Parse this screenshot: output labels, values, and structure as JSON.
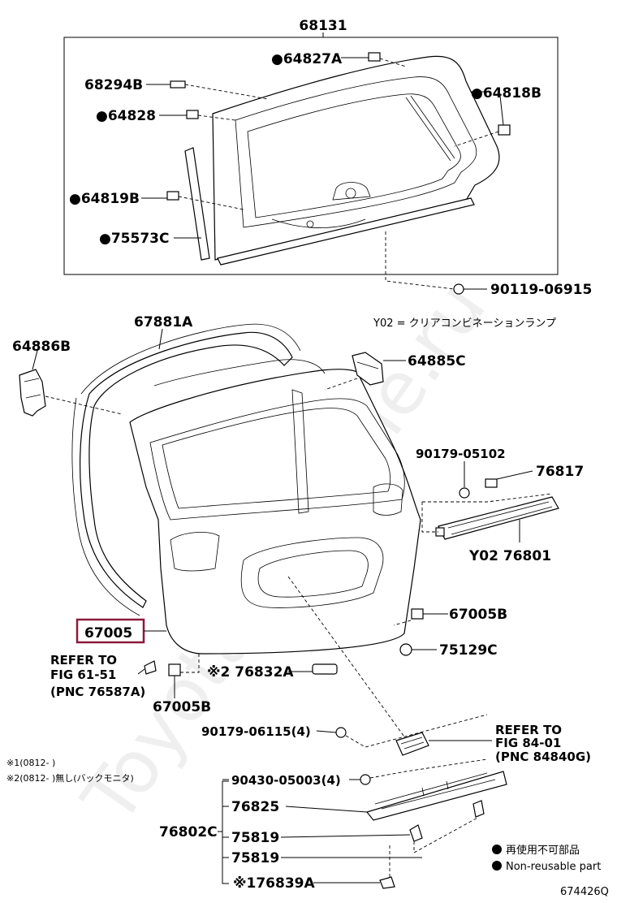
{
  "watermark": "ToyotaCarMine.ru",
  "top_section": {
    "header_code": "68131",
    "labels": {
      "c64827A": "●64827A",
      "c68294B": "68294B",
      "c64818B": "●64818B",
      "c64828": "●64828",
      "c64819B": "●64819B",
      "c75573C": "●75573C",
      "c90119": "90119-06915"
    }
  },
  "door_section": {
    "y02_note": "Y02 = クリアコンビネーションランプ",
    "labels": {
      "c67881A": "67881A",
      "c64886B": "64886B",
      "c64885C": "64885C",
      "c90179_05102": "90179-05102",
      "c76817": "76817",
      "c76801": "Y02 76801",
      "c67005": "67005",
      "c67005B_r": "67005B",
      "c75129C": "75129C",
      "c76832A": "※2 76832A",
      "c67005B_b": "67005B"
    },
    "refer_61": {
      "line1": "REFER TO",
      "line2": "FIG 61-51",
      "line3": "(PNC 76587A)"
    }
  },
  "bottom_section": {
    "labels": {
      "c90179_06115": "90179-06115(4)",
      "c90430": "90430-05003(4)",
      "c76825": "76825",
      "c76802C": "76802C",
      "c75819a": "75819",
      "c75819b": "75819",
      "c76839A": "※176839A"
    },
    "refer_84": {
      "line1": "REFER TO",
      "line2": "FIG 84-01",
      "line3": "(PNC 84840G)"
    },
    "footnotes": {
      "n1": "※1(0812-    )",
      "n2": "※2(0812-    )無し(バックモニタ)"
    },
    "legend": {
      "non_reusable_jp": "再使用不可部品",
      "non_reusable_en": "Non-reusable part"
    },
    "diagram_code": "674426Q"
  },
  "highlight_color": "#8b1a3a"
}
